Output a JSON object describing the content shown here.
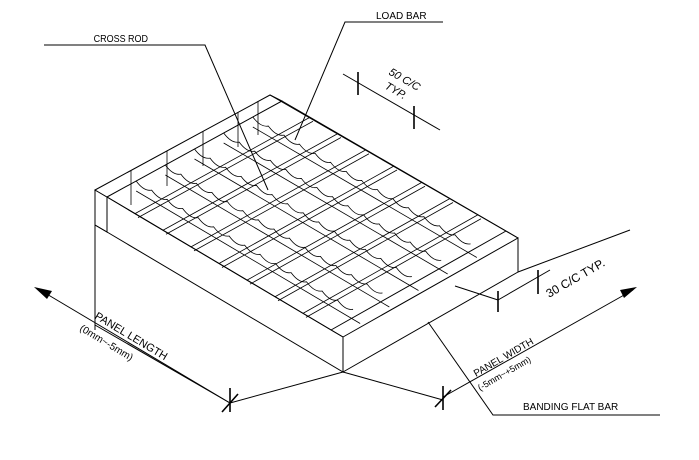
{
  "labels": {
    "cross_rod": "CROSS ROD",
    "load_bar": "LOAD BAR",
    "spacing_load": "50 C/C",
    "spacing_load_typ": "TYP.",
    "spacing_cross": "30 C/C TYP.",
    "panel_length": "PANEL LENGTH",
    "panel_length_tol": "(0mm~-5mm)",
    "panel_width": "PANEL WIDTH",
    "panel_width_tol": "(-5mm~+5mm)",
    "banding": "BANDING FLAT BAR"
  }
}
